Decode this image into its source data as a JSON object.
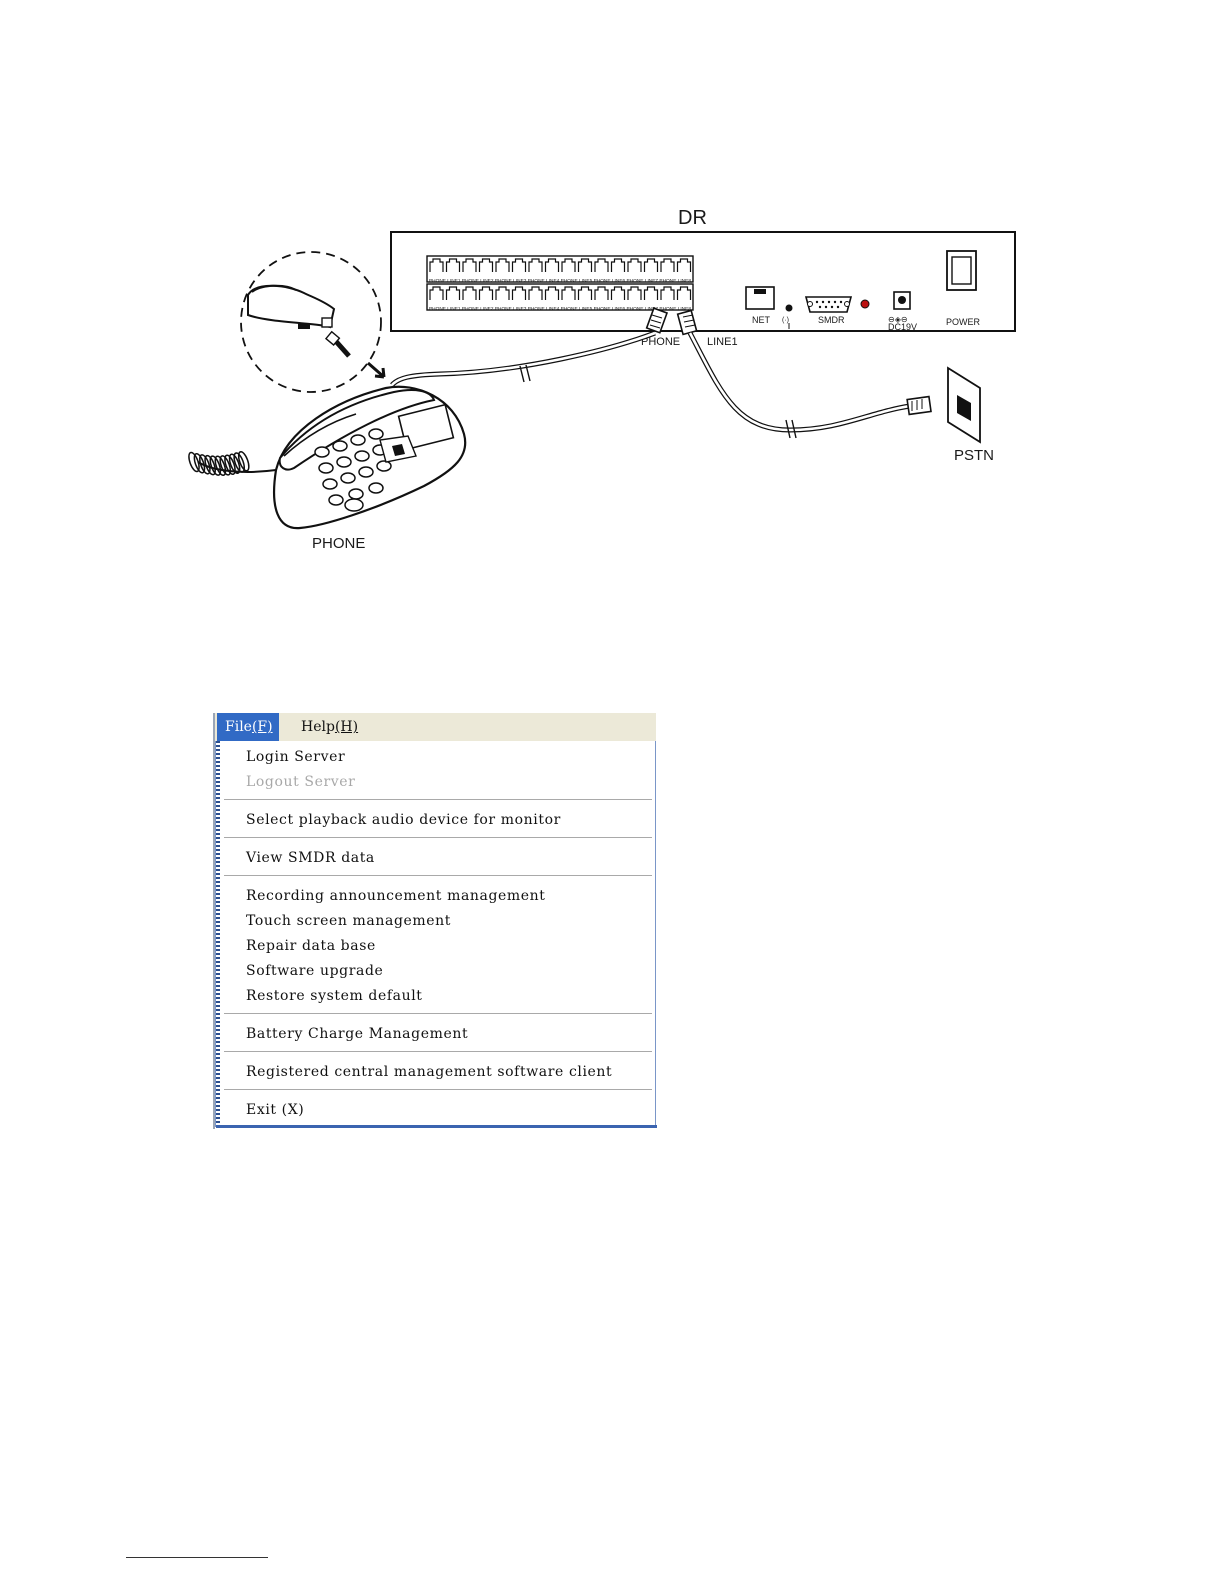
{
  "diagram": {
    "device_label": "DR",
    "port_strip_label": "PHONE LINE1 PHONE LINE2 PHONE LINE3 PHONE LINE4 PHONE LINE5 PHONE LINE6 PHONE LINE7 PHONE LINE8",
    "net_label": "NET",
    "smdr_label": "SMDR",
    "dc_label": "DC19V",
    "dc_polarity": "⊖◈⊖",
    "power_label": "POWER",
    "phone_port_label": "PHONE",
    "line_port_label": "LINE1",
    "pstn_label": "PSTN",
    "phone_label": "PHONE"
  },
  "menu": {
    "bar": {
      "file_label": "File",
      "file_mnemonic": "(F)",
      "help_label": "Help",
      "help_mnemonic": "(H)"
    },
    "items": {
      "login_server": "Login Server",
      "logout_server": "Logout Server",
      "select_playback": "Select playback audio device for monitor",
      "view_smdr": "View SMDR data",
      "recording_announcement": "Recording announcement management",
      "touch_screen": "Touch screen management",
      "repair_db": "Repair data base",
      "software_upgrade": "Software upgrade",
      "restore_default": "Restore system default",
      "battery_charge": "Battery Charge Management",
      "registered_client": "Registered central management software client",
      "exit": "Exit (X)"
    }
  }
}
